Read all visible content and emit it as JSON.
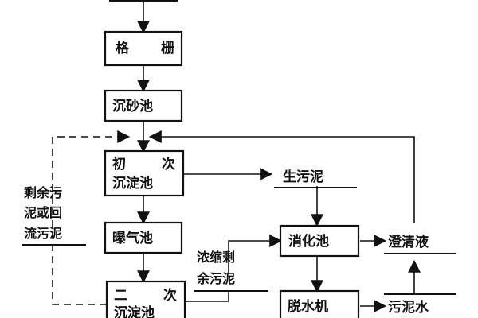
{
  "diagram": {
    "nodes": {
      "grille": {
        "label_left": "格",
        "label_right": "栅"
      },
      "grit_chamber": {
        "label": "沉砂池"
      },
      "primary_clarifier": {
        "line1_left": "初",
        "line1_right": "次",
        "line2": "沉淀池"
      },
      "aeration_tank": {
        "label": "曝气池"
      },
      "secondary_clarifier": {
        "line1_left": "二",
        "line1_right": "次",
        "line2": "沉淀池"
      },
      "digester": {
        "label": "消化池"
      },
      "dewatering": {
        "label": "脱水机"
      }
    },
    "labels": {
      "raw_sludge": "生污泥",
      "excess_return": {
        "line1": "剩余污",
        "line2": "泥或回",
        "line3": "流污泥"
      },
      "thickened_excess": {
        "line1": "浓缩剩",
        "line2": "余污泥"
      },
      "supernatant": "澄清液",
      "sludge_water": "污泥水"
    }
  }
}
